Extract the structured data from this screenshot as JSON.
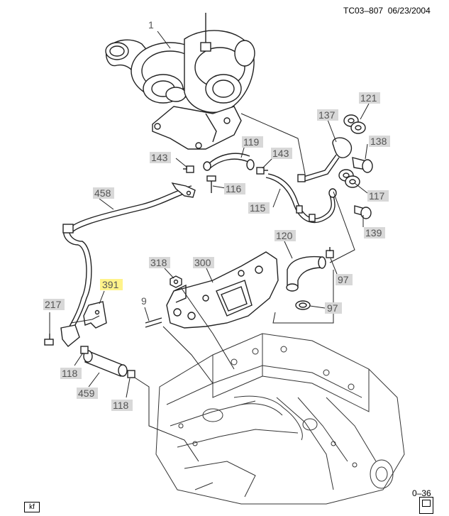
{
  "header": {
    "doc_code": "TC03–807",
    "date": "06/23/2004"
  },
  "callouts": {
    "c1": "1",
    "c121": "121",
    "c137": "137",
    "c138": "138",
    "c119": "119",
    "c143a": "143",
    "c143b": "143",
    "c116": "116",
    "c458": "458",
    "c115": "115",
    "c117": "117",
    "c139": "139",
    "c120": "120",
    "c318": "318",
    "c300": "300",
    "c97a": "97",
    "c391": "391",
    "c9": "9",
    "c217": "217",
    "c97b": "97",
    "c118a": "118",
    "c459": "459",
    "c118b": "118"
  },
  "footer": {
    "page_number": "0–36",
    "box_tag": "kf"
  },
  "colors": {
    "callout_bg": "#d8d8d8",
    "highlight": "#fff38a",
    "line": "#222222"
  }
}
